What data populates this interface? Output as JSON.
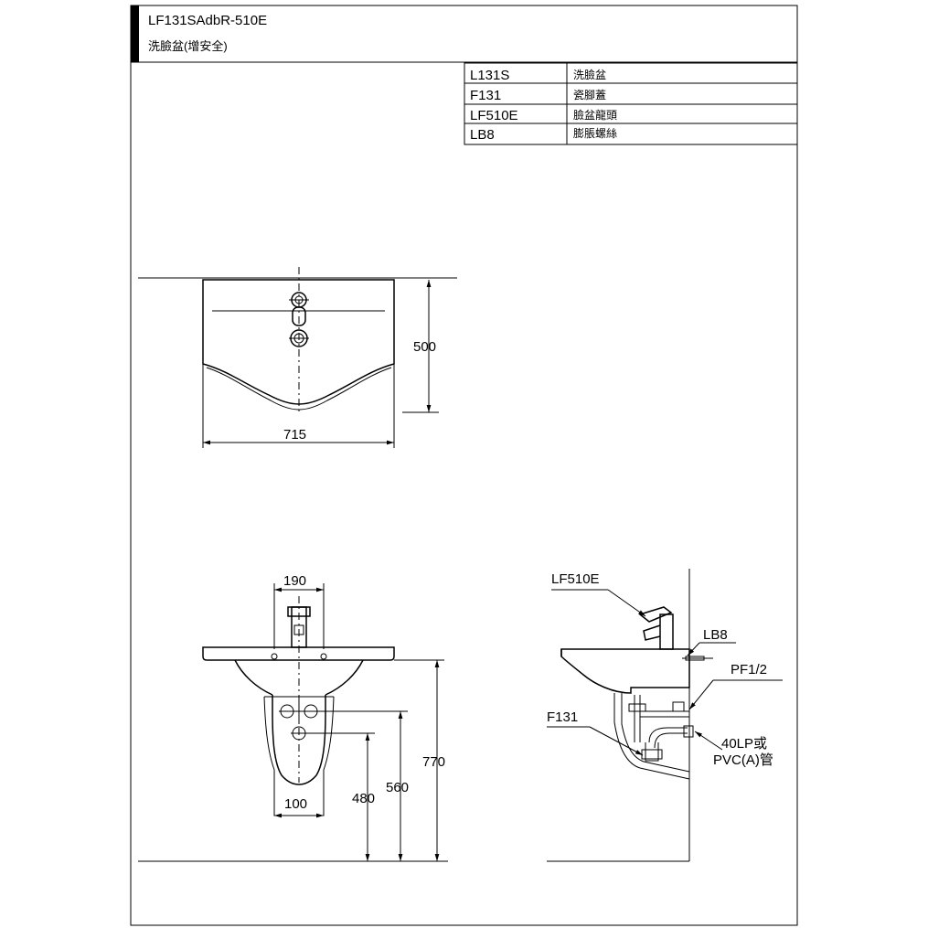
{
  "title_block": {
    "model": "LF131SAdbR-510E",
    "description": "洗臉盆(增安全)"
  },
  "parts_table": {
    "rows": [
      {
        "code": "L131S",
        "name": "洗臉盆"
      },
      {
        "code": "F131",
        "name": "瓷腳蓋"
      },
      {
        "code": "LF510E",
        "name": "臉盆龍頭"
      },
      {
        "code": "LB8",
        "name": "膨脹螺絲"
      }
    ]
  },
  "top_view": {
    "width_dim": "715",
    "depth_dim": "500"
  },
  "front_view": {
    "faucet_spacing_dim": "190",
    "pedestal_width_dim": "100",
    "drain_height_dim": "480",
    "supply_height_dim": "560",
    "rim_height_dim": "770"
  },
  "side_view": {
    "faucet_label": "LF510E",
    "anchor_label": "LB8",
    "supply_label": "PF1/2",
    "pedestal_label": "F131",
    "drain_label_1": "40LP或",
    "drain_label_2": "PVC(A)管"
  }
}
